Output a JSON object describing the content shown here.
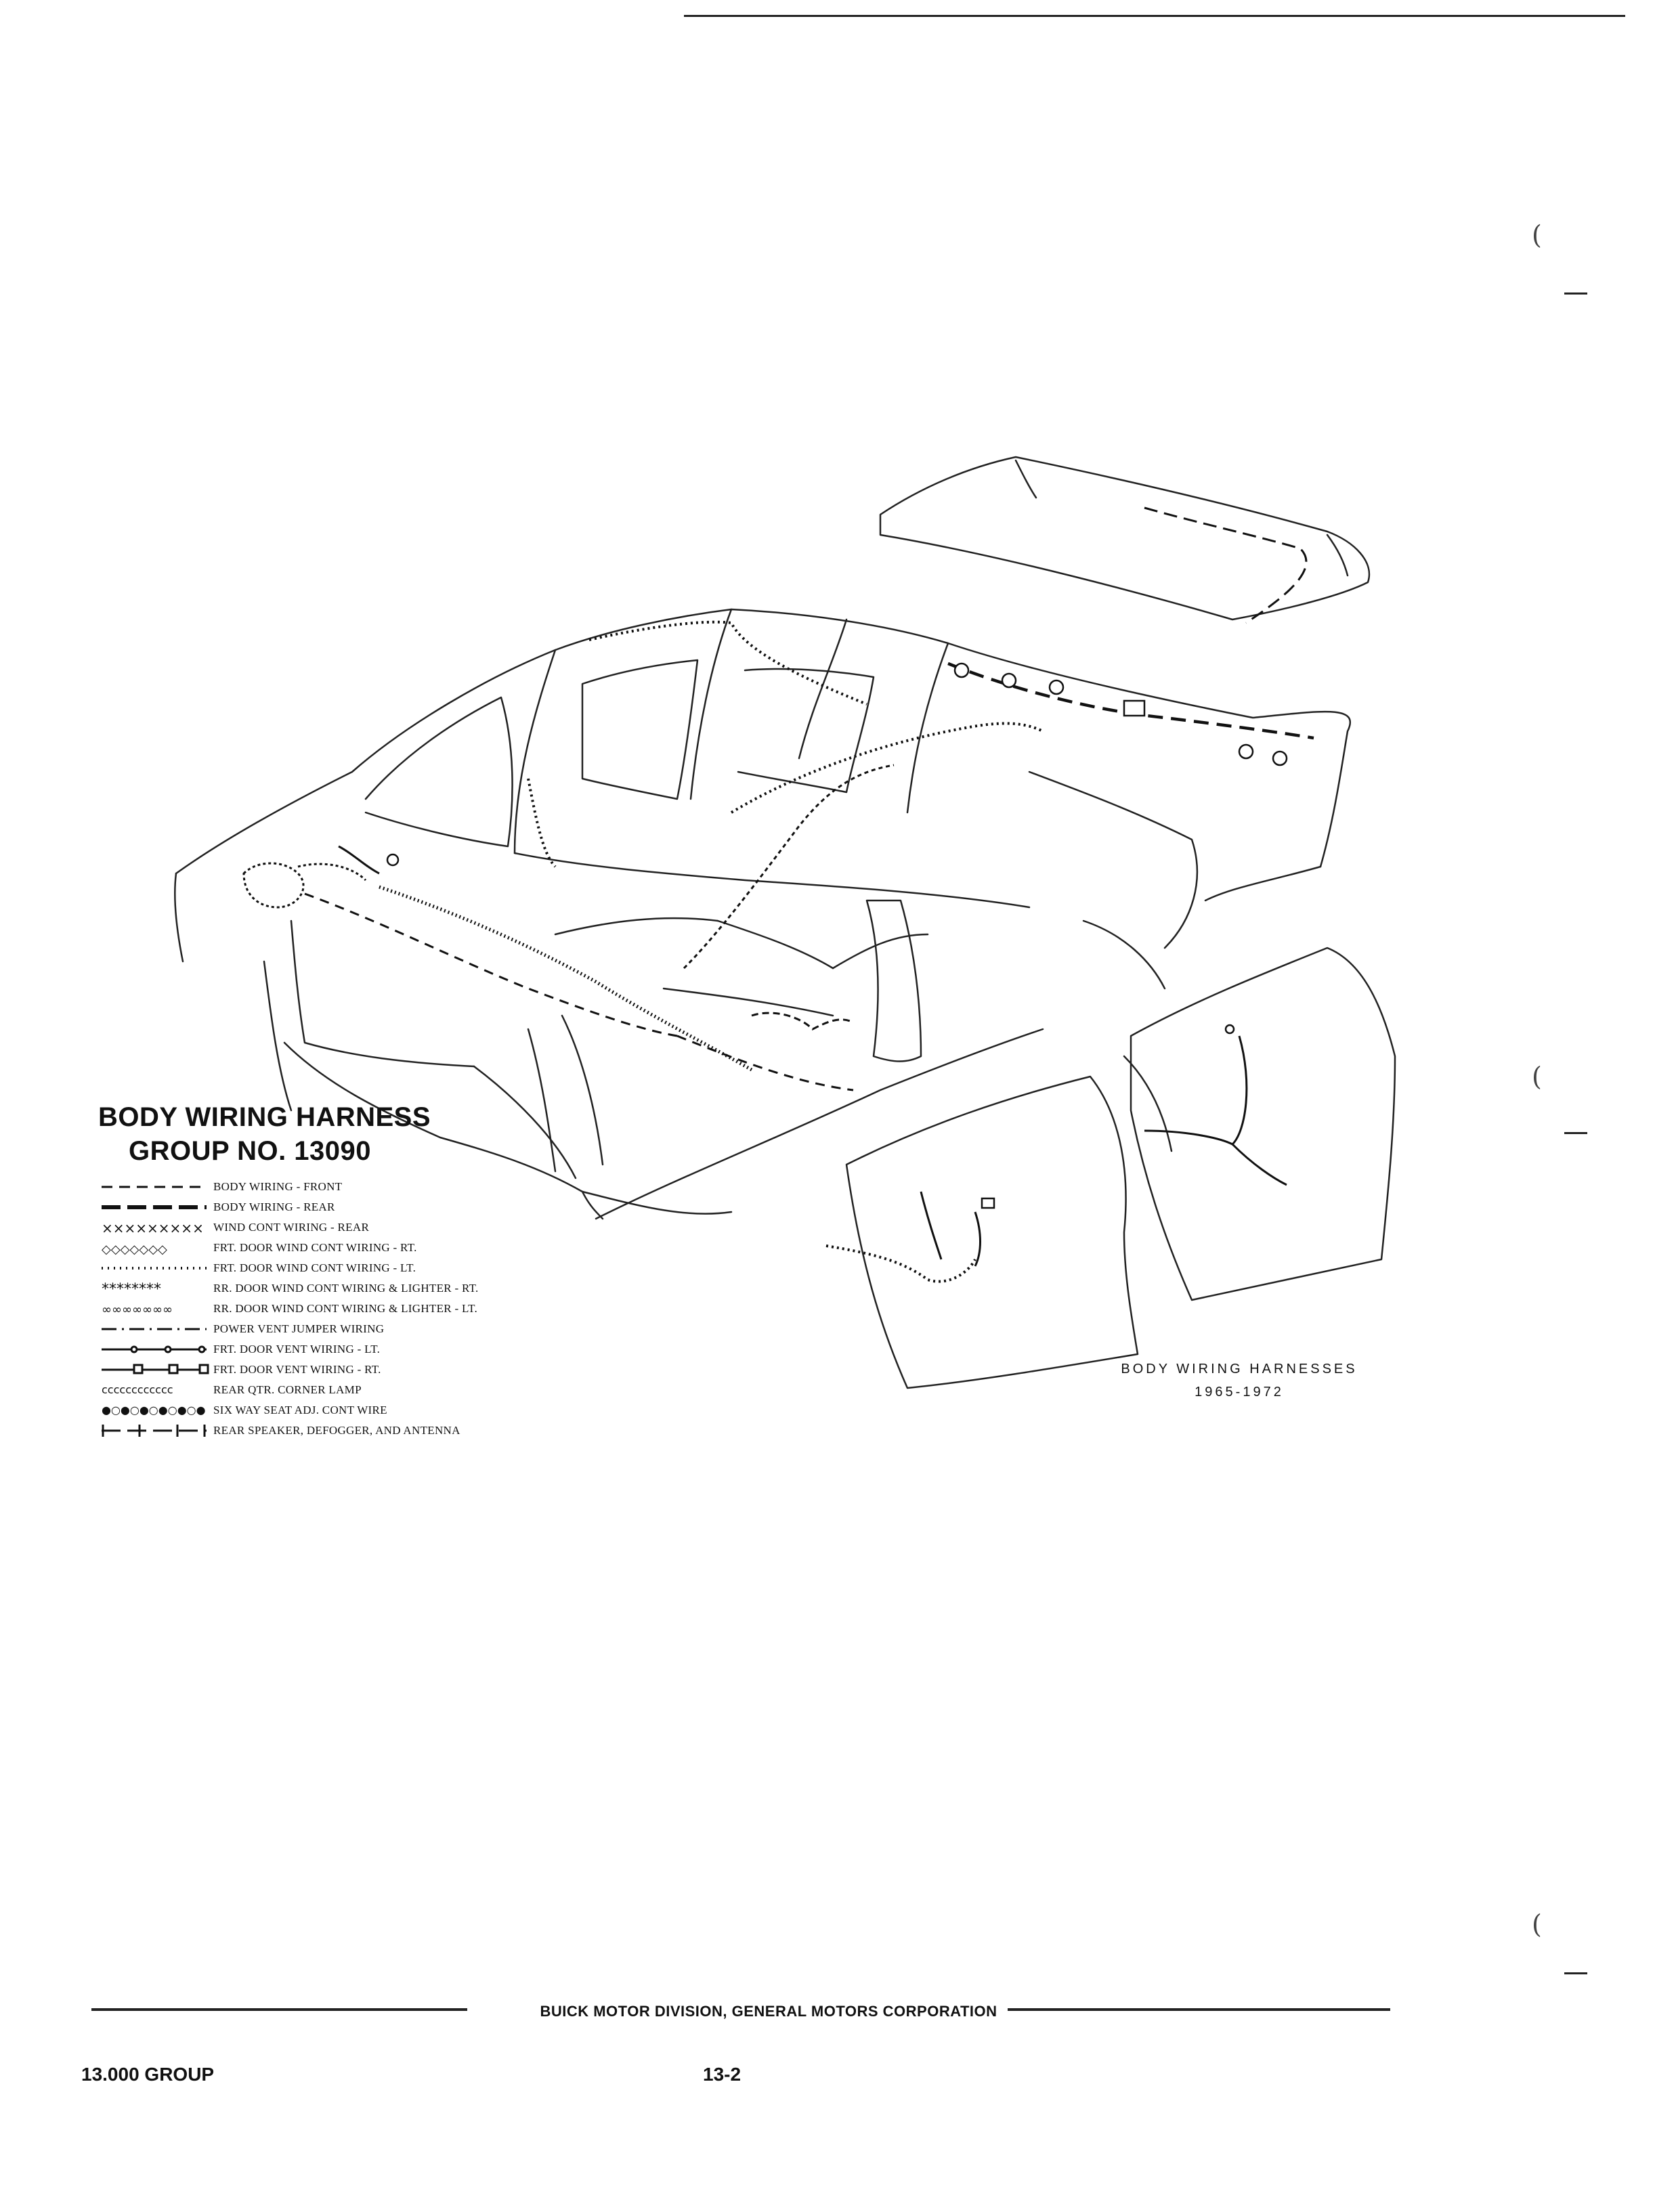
{
  "legend": {
    "title_line1": "BODY WIRING HARNESS",
    "title_line2": "GROUP NO. 13090",
    "items": [
      {
        "label": "BODY WIRING - FRONT",
        "symbol": "dashed-line"
      },
      {
        "label": "BODY WIRING - REAR",
        "symbol": "open-dash-line"
      },
      {
        "label": "WIND CONT WIRING - REAR",
        "symbol": "x-line"
      },
      {
        "label": "FRT. DOOR WIND CONT WIRING - RT.",
        "symbol": "diamond-line"
      },
      {
        "label": "FRT. DOOR WIND CONT WIRING - LT.",
        "symbol": "dotted-line"
      },
      {
        "label": "RR. DOOR WIND CONT WIRING & LIGHTER - RT.",
        "symbol": "asterisk-line"
      },
      {
        "label": "RR. DOOR WIND CONT WIRING & LIGHTER - LT.",
        "symbol": "loop-line"
      },
      {
        "label": "POWER VENT JUMPER WIRING",
        "symbol": "dash-dot-line"
      },
      {
        "label": "FRT. DOOR VENT WIRING - LT.",
        "symbol": "circle-node-line"
      },
      {
        "label": "FRT. DOOR VENT WIRING - RT.",
        "symbol": "square-node-line"
      },
      {
        "label": "REAR QTR. CORNER LAMP",
        "symbol": "c-line"
      },
      {
        "label": "SIX WAY SEAT ADJ. CONT WIRE",
        "symbol": "bead-line"
      },
      {
        "label": "REAR SPEAKER, DEFOGGER, AND ANTENNA",
        "symbol": "bar-dash-line"
      }
    ]
  },
  "caption": {
    "line1": "BODY WIRING HARNESSES",
    "line2": "1965-1972"
  },
  "footer": {
    "publisher": "BUICK MOTOR DIVISION, GENERAL MOTORS CORPORATION",
    "group": "13.000 GROUP",
    "page": "13-2"
  },
  "colors": {
    "ink": "#111111",
    "paper": "#ffffff"
  }
}
